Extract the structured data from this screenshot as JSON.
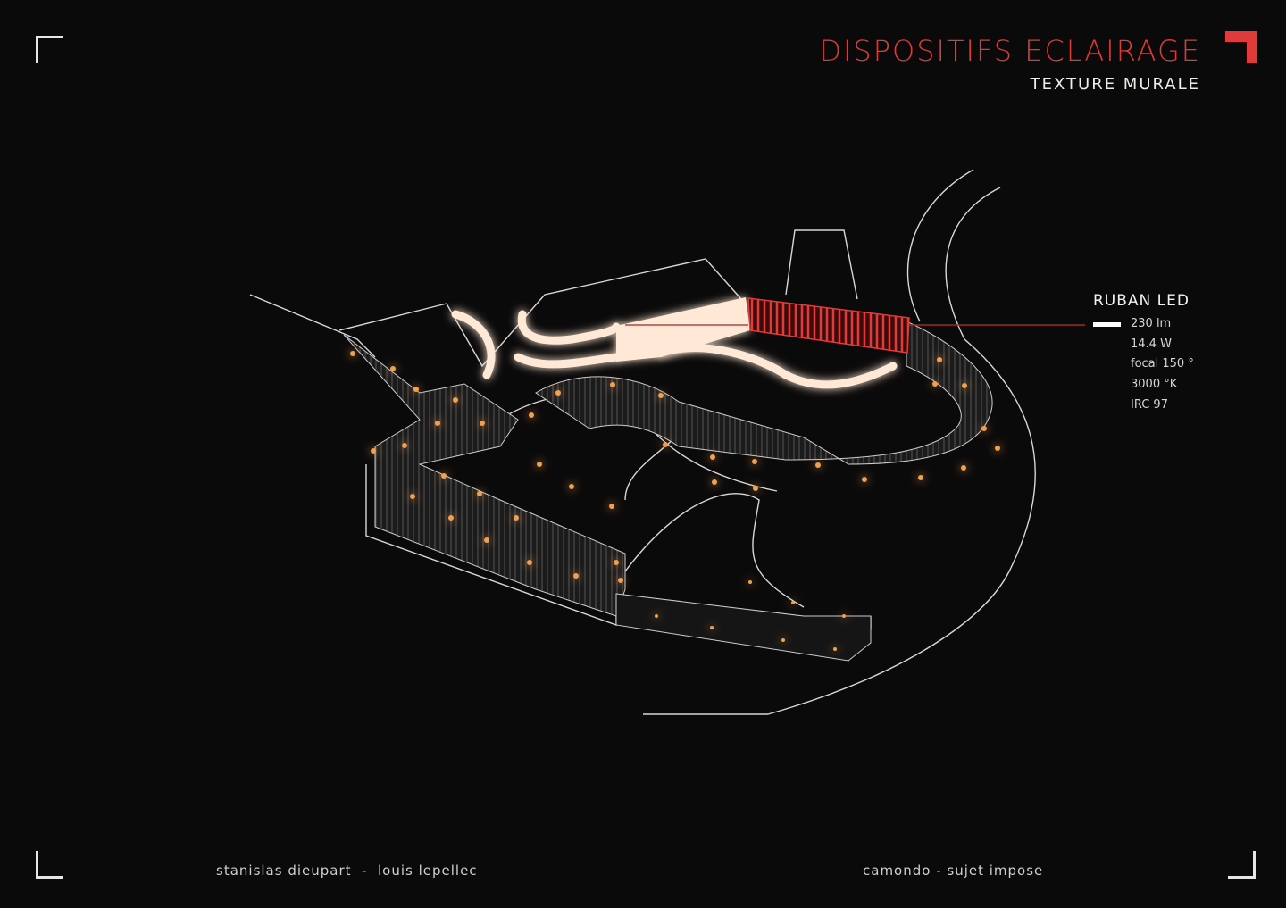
{
  "header": {
    "title": "DISPOSITIFS ECLAIRAGE",
    "subtitle": "TEXTURE MURALE"
  },
  "legend": {
    "title": "RUBAN LED",
    "specs": [
      "230 lm",
      "14.4 W",
      "focal 150 °",
      "3000 °K",
      "IRC 97"
    ]
  },
  "footer": {
    "authors": "stanislas dieupart  -  louis lepellec",
    "project": "camondo - sujet impose"
  },
  "colors": {
    "accent": "#e03a3a",
    "background": "#0b0a0a",
    "led_glow": "#ffe9d6",
    "spot": "#f0a050"
  }
}
